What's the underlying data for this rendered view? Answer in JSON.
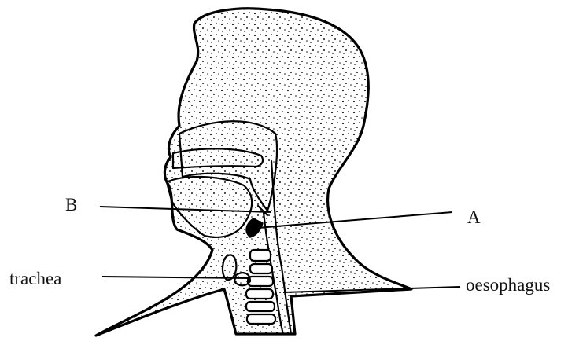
{
  "labels": {
    "b": "B",
    "a": "A",
    "trachea": "trachea",
    "oesophagus": "oesophagus"
  },
  "colors": {
    "ink": "#000000",
    "background": "#ffffff"
  }
}
